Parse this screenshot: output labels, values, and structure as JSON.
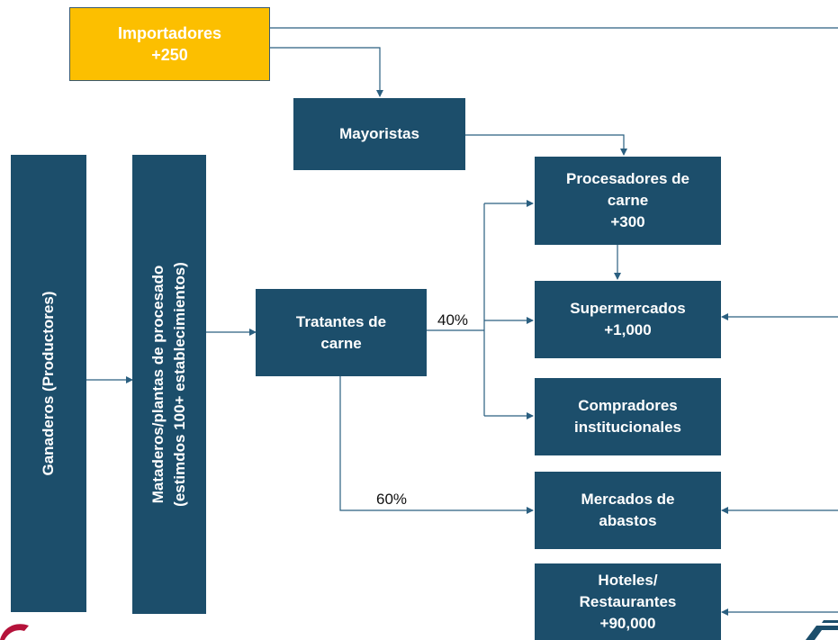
{
  "nodes": {
    "importadores": {
      "line1": "Importadores",
      "line2": "+250"
    },
    "mayoristas": {
      "line1": "Mayoristas"
    },
    "ganaderos": {
      "line1": "Ganaderos (Productores)"
    },
    "mataderos": {
      "line1": "Mataderos/plantas de procesado",
      "line2": "(estimdos 100+ establecimientos)"
    },
    "tratantes": {
      "line1": "Tratantes de",
      "line2": "carne"
    },
    "procesadores": {
      "line1": "Procesadores de",
      "line2": "carne",
      "line3": "+300"
    },
    "supermercados": {
      "line1": "Supermercados",
      "line2": "+1,000"
    },
    "compradores": {
      "line1": "Compradores",
      "line2": "institucionales"
    },
    "mercados": {
      "line1": "Mercados de",
      "line2": "abastos"
    },
    "hoteles": {
      "line1": "Hoteles/",
      "line2": "Restaurantes",
      "line3": "+90,000"
    }
  },
  "labels": {
    "pct_40": "40%",
    "pct_60": "60%"
  },
  "colors": {
    "node": "#1c4e6b",
    "importer": "#fcbf00",
    "arrow": "#2a5f80"
  }
}
